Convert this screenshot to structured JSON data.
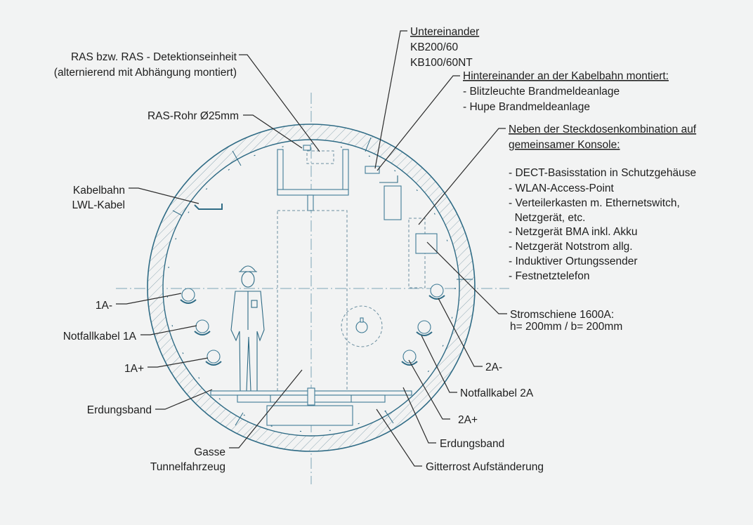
{
  "labels": {
    "ras": [
      "RAS bzw. RAS - Detektionseinheit",
      "(alternierend mit Abhängung montiert)"
    ],
    "ras_rohr": "RAS-Rohr Ø25mm",
    "kabelbahn": [
      "Kabelbahn",
      "LWL-Kabel"
    ],
    "a1minus": "1A-",
    "notfall1a": "Notfallkabel 1A",
    "a1plus": "1A+",
    "erdung_left": "Erdungsband",
    "gasse": [
      "Gasse",
      "Tunnelfahrzeug"
    ],
    "untereinander": [
      "Untereinander",
      "KB200/60",
      "KB100/60NT"
    ],
    "hintereinander": [
      "Hintereinander an der Kabelbahn montiert:",
      "- Blitzleuchte Brandmeldeanlage",
      "- Hupe Brandmeldeanlage"
    ],
    "neben": [
      "Neben der Steckdosenkombination auf",
      "gemeinsamer Konsole:"
    ],
    "neben_list": [
      "- DECT-Basisstation in Schutzgehäuse",
      "- WLAN-Access-Point",
      "- Verteilerkasten m. Ethernetswitch,",
      "  Netzgerät, etc.",
      "- Netzgerät BMA inkl. Akku",
      "- Netzgerät Notstrom allg.",
      "- Induktiver Ortungssender",
      "- Festnetztelefon"
    ],
    "stromschiene": [
      "Stromschiene 1600A:",
      "h= 200mm / b= 200mm"
    ],
    "a2minus": "2A-",
    "notfall2a": "Notfallkabel 2A",
    "a2plus": "2A+",
    "erdung_right": "Erdungsband",
    "gitterrost": "Gitterrost Aufständerung"
  },
  "colors": {
    "background": "#f2f3f3",
    "structure": "#2f6b85",
    "hatch": "#7a9aa8",
    "text": "#1e1e1e"
  }
}
